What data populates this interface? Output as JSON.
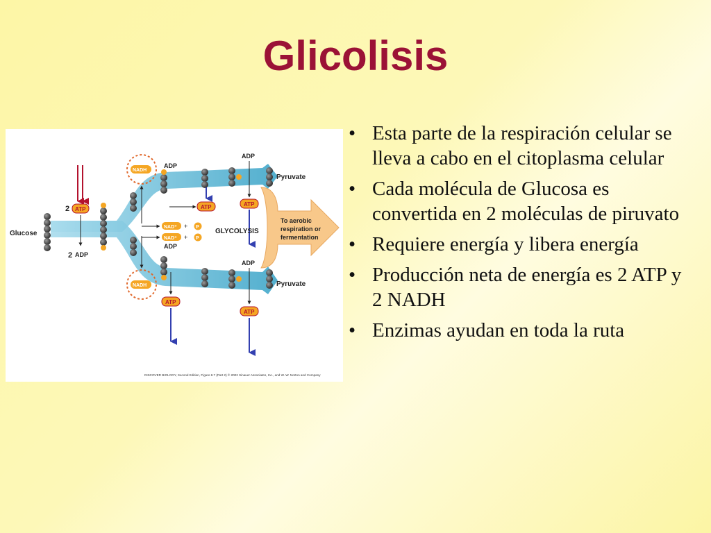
{
  "slide": {
    "title": "Glicolisis",
    "bullets": [
      "Esta parte de la respiración celular se lleva a cabo en el citoplasma celular",
      "Cada molécula de Glucosa es convertida en 2 moléculas de piruvato",
      "Requiere energía y libera energía",
      "Producción neta de energía es 2 ATP y 2 NADH",
      "Enzimas ayudan en toda la ruta"
    ]
  },
  "diagram": {
    "glucose": "Glucose",
    "glycolysis": "GLYCOLYSIS",
    "pyruvate_top": "Pyruvate",
    "pyruvate_bottom": "Pyruvate",
    "aerobic_1": "To aerobic",
    "aerobic_2": "respiration or",
    "aerobic_3": "fermentation",
    "atp": "ATP",
    "adp": "ADP",
    "nadh": "NADH",
    "nad": "NAD⁺",
    "p": "P",
    "plus": "+",
    "two": "2",
    "caption": "DISCOVER BIOLOGY, Second Edition, Figure 8.7 (Part 2) © 2002 Sinauer Associates, Inc., and W. W. Norton and Company",
    "colors": {
      "pathway": "#5fb8d6",
      "atp_badge": "#f5a623",
      "arrow_blue": "#3340b0",
      "arrow_red": "#b3122e",
      "aerobic_arrow": "#f8c88a"
    }
  }
}
